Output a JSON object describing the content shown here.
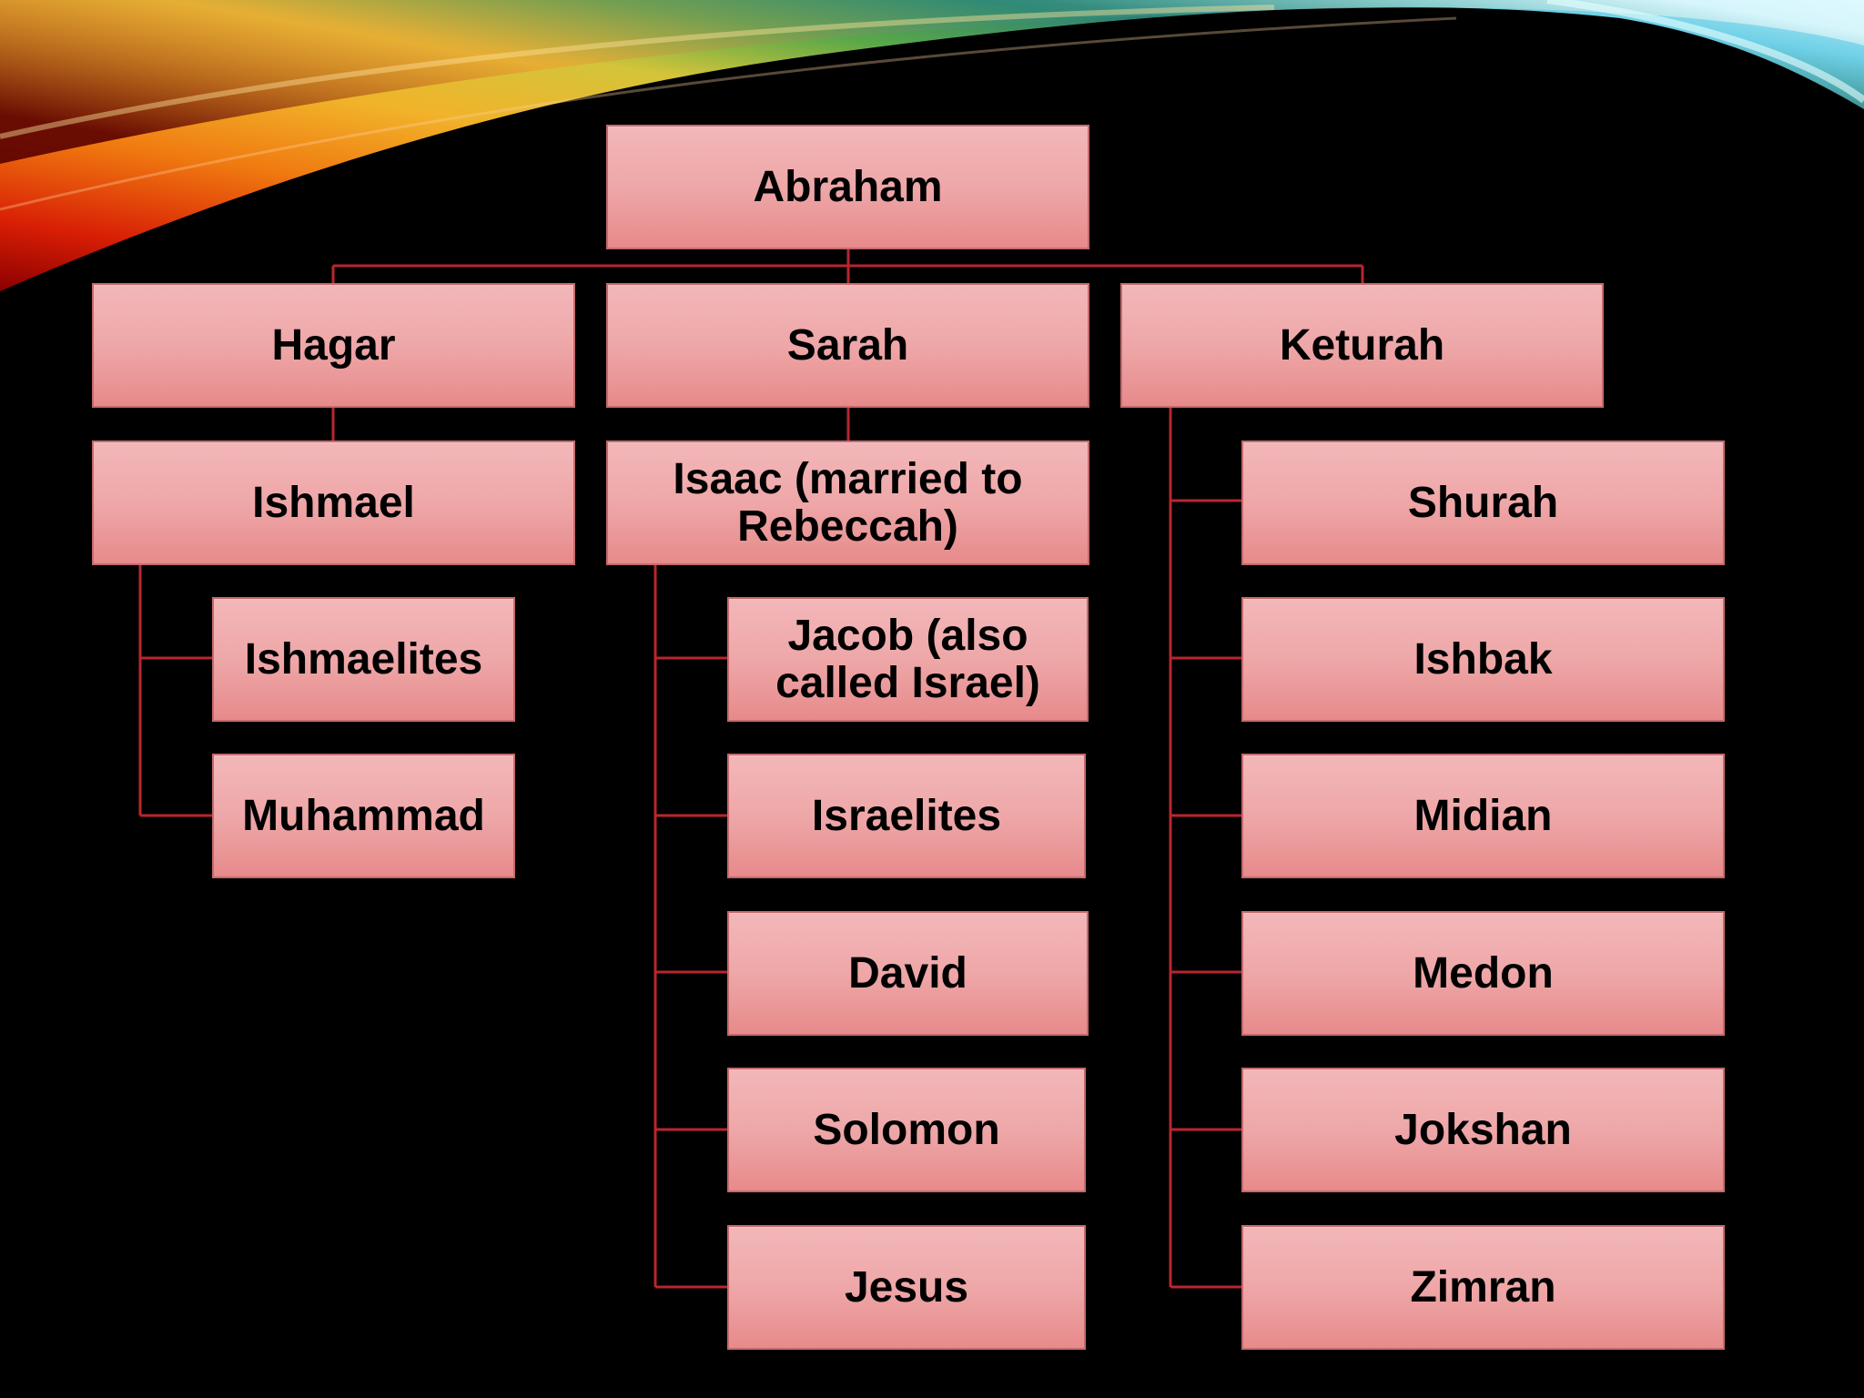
{
  "diagram": {
    "root": "Abraham",
    "wives": [
      "Hagar",
      "Sarah",
      "Keturah"
    ],
    "hagar_line": {
      "son": "Ishmael",
      "descendants": [
        "Ishmaelites",
        "Muhammad"
      ]
    },
    "sarah_line": {
      "son": "Isaac (married to Rebeccah)",
      "descendants": [
        "Jacob (also called Israel)",
        "Israelites",
        "David",
        "Solomon",
        "Jesus"
      ]
    },
    "keturah_line": {
      "sons": [
        "Shurah",
        "Ishbak",
        "Midian",
        "Medon",
        "Jokshan",
        "Zimran"
      ]
    }
  },
  "colors": {
    "background": "#000000",
    "node_fill_top": "#f3b7b9",
    "node_fill_bottom": "#e78a8b",
    "node_border": "#c46a6c",
    "connector": "#b8262e"
  }
}
